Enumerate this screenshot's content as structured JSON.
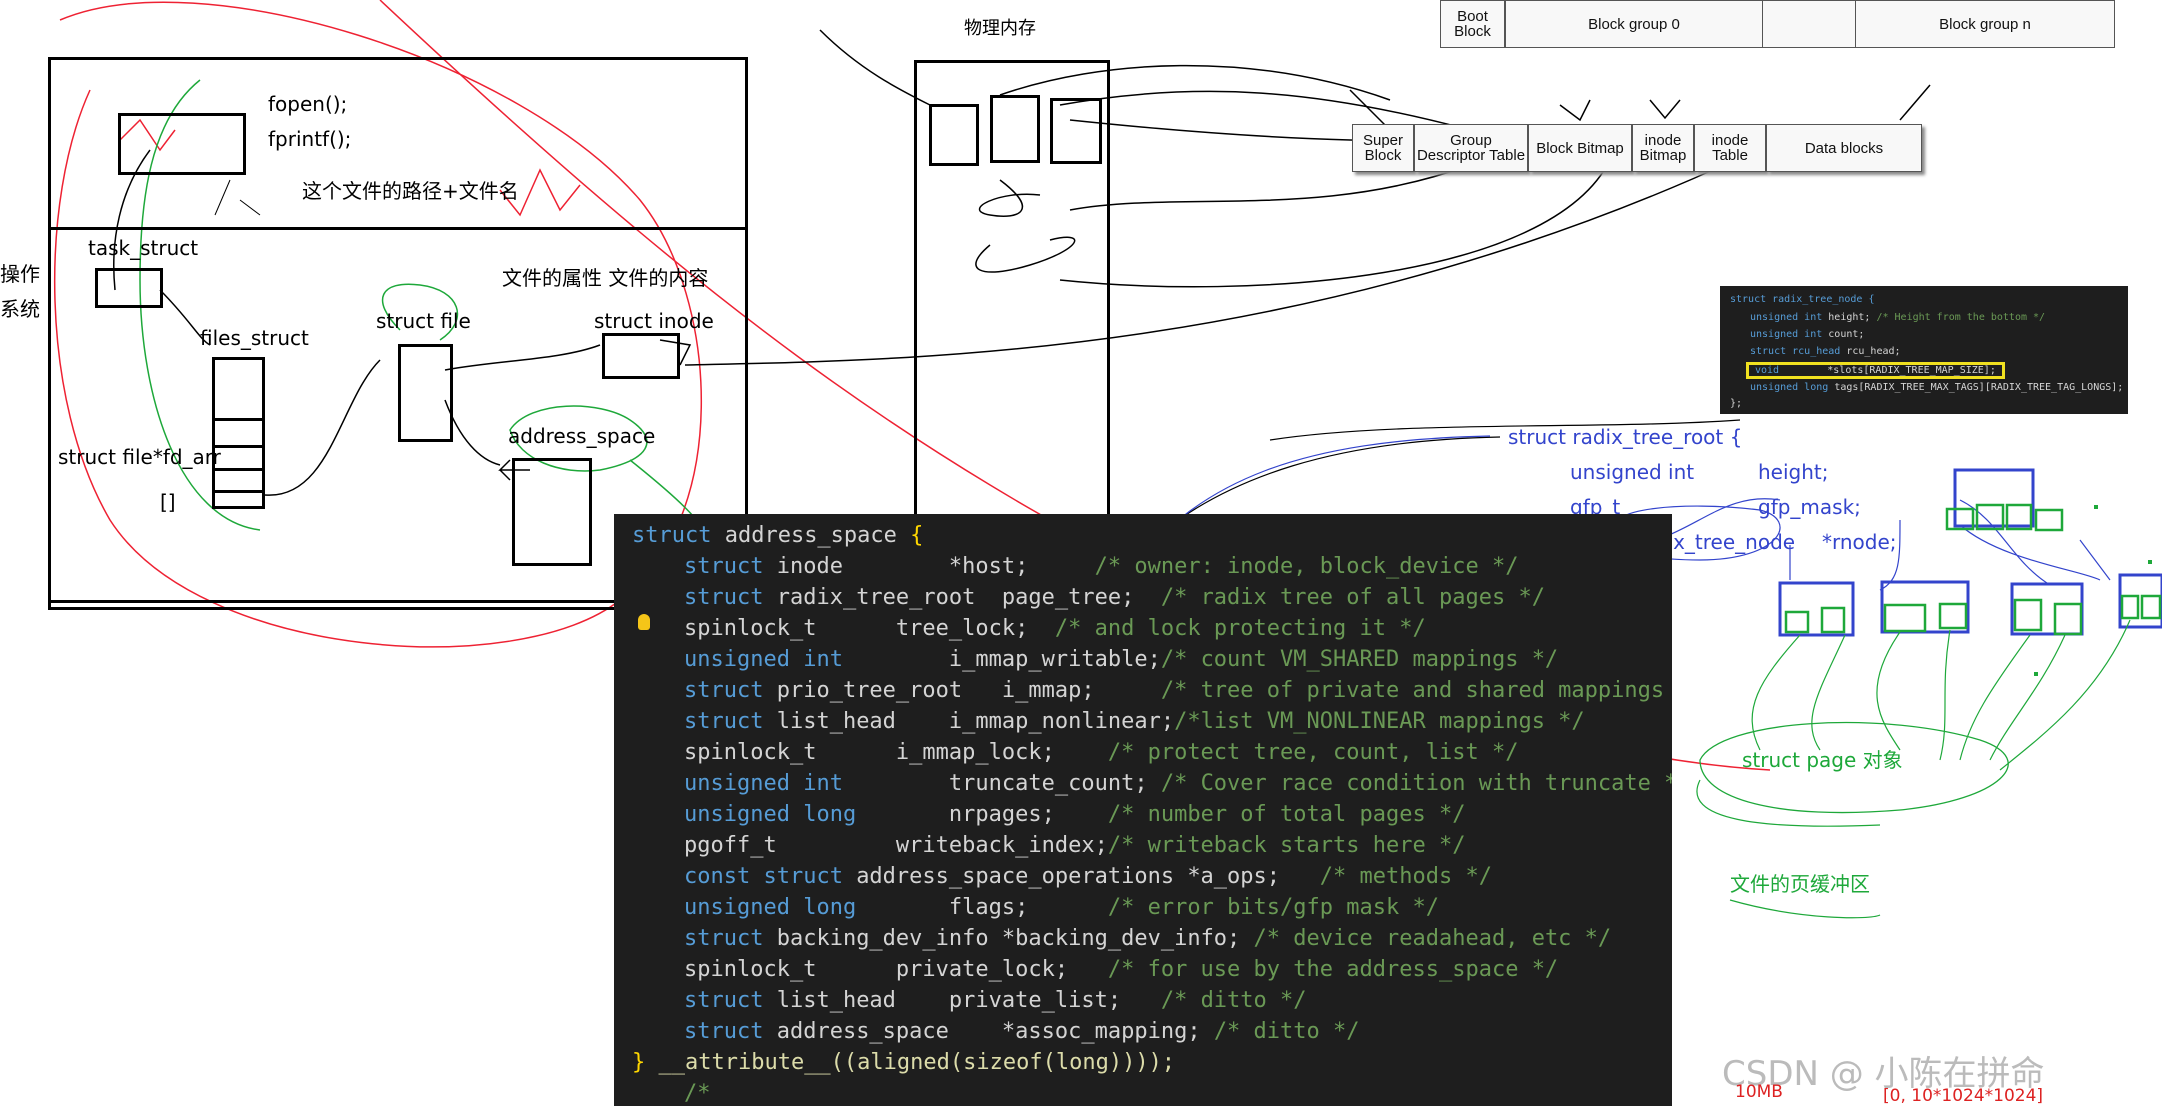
{
  "left_diagram": {
    "fopen": "fopen();",
    "fprintf": "fprintf();",
    "path_note": "这个文件的路径+文件名",
    "side_label_1": "操作",
    "side_label_2": "系统",
    "task_struct": "task_struct",
    "files_struct": "files_struct",
    "struct_file": "struct file",
    "struct_inode": "struct inode",
    "attrs_note": "文件的属性 文件的内容",
    "fd_arr": "struct file*fd_arr",
    "brackets": "[]",
    "address_space": "address_space"
  },
  "memory": {
    "title": "物理内存"
  },
  "ext2": {
    "top_blocks": [
      "Boot Block",
      "Block group 0",
      "Block group n"
    ],
    "bottom_blocks": [
      "Super Block",
      "Group Descriptor Table",
      "Block Bitmap",
      "inode Bitmap",
      "inode Table",
      "Data blocks"
    ]
  },
  "radix": {
    "root": "struct radix_tree_root {",
    "f1_type": "unsigned int",
    "f1_name": "height;",
    "f2_type": "gfp_t",
    "f2_name": "gfp_mask;",
    "f3_type": "struct radix_tree_node",
    "f3_name": "*rnode;",
    "page_obj": "struct page 对象",
    "page_cache": "文件的页缓冲区"
  },
  "snippet": {
    "l1": "struct radix_tree_node {",
    "l2_type": "unsigned int",
    "l2_name": "height;",
    "l2_cm": "/* Height from the bottom */",
    "l3_type": "unsigned int",
    "l3_name": "count;",
    "l4_type": "struct rcu_head",
    "l4_name": "rcu_head;",
    "l5_type": "void",
    "l5_name": "*slots[RADIX_TREE_MAP_SIZE];",
    "l6_type": "unsigned long",
    "l6_name": "tags[RADIX_TREE_MAX_TAGS][RADIX_TREE_TAG_LONGS];",
    "l7": "};"
  },
  "code": {
    "l0a": "struct ",
    "l0b": "address_space ",
    "l0c": "{",
    "l1a": "struct ",
    "l1b": "inode        *host;     ",
    "l1c": "/* owner: inode, block_device */",
    "l2a": "struct ",
    "l2b": "radix_tree_root  page_tree;  ",
    "l2c": "/* radix tree of all pages */",
    "l3a": "spinlock_t      tree_lock;  ",
    "l3c": "/* and lock protecting it */",
    "l4a": "unsigned int ",
    "l4b": "       i_mmap_writable;",
    "l4c": "/* count VM_SHARED mappings */",
    "l5a": "struct ",
    "l5b": "prio_tree_root   i_mmap;     ",
    "l5c": "/* tree of private and shared mappings */",
    "l6a": "struct ",
    "l6b": "list_head    i_mmap_nonlinear;",
    "l6c": "/*list VM_NONLINEAR mappings */",
    "l7a": "spinlock_t      i_mmap_lock;    ",
    "l7c": "/* protect tree, count, list */",
    "l8a": "unsigned int ",
    "l8b": "       truncate_count; ",
    "l8c": "/* Cover race condition with truncate */",
    "l9a": "unsigned long ",
    "l9b": "      nrpages;    ",
    "l9c": "/* number of total pages */",
    "l10a": "pgoff_t         writeback_index;",
    "l10c": "/* writeback starts here */",
    "l11a": "const struct ",
    "l11b": "address_space_operations *a_ops;   ",
    "l11c": "/* methods */",
    "l12a": "unsigned long ",
    "l12b": "      flags;      ",
    "l12c": "/* error bits/gfp mask */",
    "l13a": "struct ",
    "l13b": "backing_dev_info *backing_dev_info; ",
    "l13c": "/* device readahead, etc */",
    "l14a": "spinlock_t      private_lock;   ",
    "l14c": "/* for use by the address_space */",
    "l15a": "struct ",
    "l15b": "list_head    private_list;   ",
    "l15c": "/* ditto */",
    "l16a": "struct ",
    "l16b": "address_space    *assoc_mapping; ",
    "l16c": "/* ditto */",
    "l17a": "}",
    "l17b": " __attribute__((aligned(sizeof(long))));",
    "l18a": "/*"
  },
  "watermark": "CSDN @ 小陈在拼命",
  "size_note": "10MB",
  "range_note": "[0, 10*1024*1024]",
  "colors": {
    "code_bg": "#1e1e1e",
    "keyword": "#569cd6",
    "comment": "#6a9955",
    "blue_ink": "#3344cc",
    "green_ink": "#1ea83a",
    "red_ink": "#d22222"
  }
}
